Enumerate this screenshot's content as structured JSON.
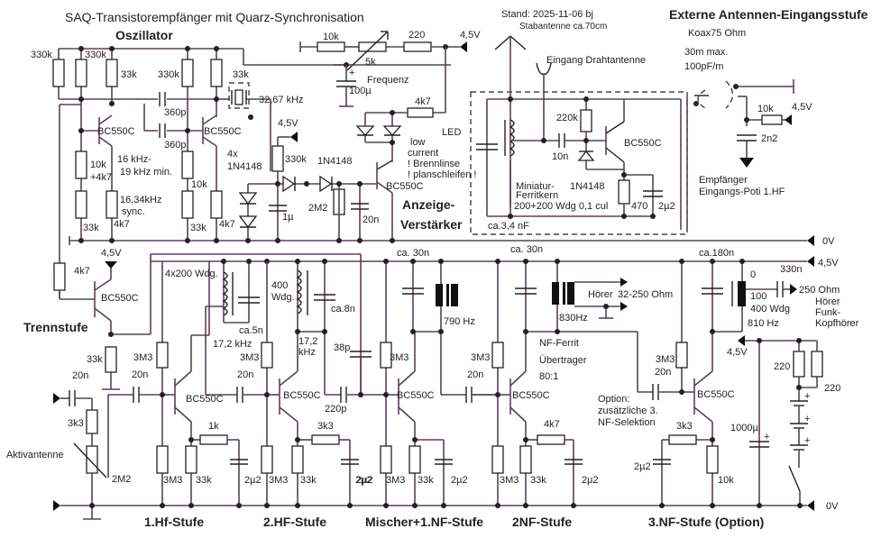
{
  "title": "SAQ-Transistorempfänger mit Quarz-Synchronisation",
  "stand": "Stand: 2025-11-06 bj",
  "stabantenne": "Stabantenne ca.70cm",
  "eingang_draht": "Eingang Drahtantenne",
  "sections": {
    "oszillator": "Oszillator",
    "externe": "Externe Antennen-Eingangsstufe",
    "anzeige1": "Anzeige-",
    "anzeige2": "Verstärker",
    "trennstufe": "Trennstufe",
    "hf1": "1.Hf-Stufe",
    "hf2": "2.HF-Stufe",
    "mischer": "Mischer+1.NF-Stufe",
    "nf2": "2NF-Stufe",
    "nf3": "3.NF-Stufe (Option)"
  },
  "rails": {
    "zero": "0V",
    "vcc": "4,5V"
  },
  "koax": {
    "l1": "Koax75 Ohm",
    "l2": "30m max.",
    "l3": "100pF/m"
  },
  "empfaenger": {
    "l1": "Empfänger",
    "l2": "Eingangs-Poti 1.HF"
  },
  "osc": {
    "r1": "330k",
    "r2": "330k",
    "r3": "33k",
    "r4": "330k",
    "r5": "33k",
    "c1": "360p",
    "c2": "360p",
    "q1": "BC550C",
    "q2": "BC550C",
    "r6": "10k",
    "r6b": "+4k7",
    "r7": "33k",
    "r8": "4k7",
    "r9": "10k",
    "r10": "33k",
    "r11": "4k7",
    "freq_range1": "16 kHz-",
    "freq_range2": "19 kHz min.",
    "sync1": "16,34kHz",
    "sync2": "sync.",
    "xtal": "32,67 kHz",
    "diodes1": "4x",
    "diodes2": "1N4148"
  },
  "tune": {
    "r10k": "10k",
    "pot": "5k",
    "r220": "220",
    "vcc": "4,5V",
    "c100": "100µ",
    "freq": "Frequenz"
  },
  "display": {
    "vcc": "4,5V",
    "r330k": "330k",
    "d": "1N4148",
    "c1u": "1µ",
    "r2m2": "2M2",
    "c20n": "20n",
    "r4k7": "4k7",
    "led": "LED",
    "note1": "low",
    "note2": "current",
    "note3": "! Brennlinse",
    "note4": "! planschleifen !",
    "q": "BC550C"
  },
  "ant": {
    "r220k": "220k",
    "c10n": "10n",
    "q": "BC550C",
    "d": "1N4148",
    "core1": "Miniatur-",
    "core2": "Ferritkern",
    "core3": "200+200 Wdg 0,1 cul",
    "r470": "470",
    "c2u2": "2µ2",
    "ccap": "ca.3,4 nF"
  },
  "ext": {
    "r10k": "10k",
    "vcc": "4,5V",
    "c": "2n2"
  },
  "trenn": {
    "r4k7": "4k7",
    "vcc": "4,5V",
    "q": "BC550C",
    "r33k": "33k"
  },
  "hf1": {
    "coil": "4x200 Wdg.",
    "cap": "ca.5n",
    "freq": "17,2 kHz",
    "c_in": "20n",
    "r3k3": "3k3",
    "pot": "2M2",
    "akt": "Aktivantenne",
    "c20n": "20n",
    "r3m3": "3M3",
    "q": "BC550C",
    "r1k": "1k",
    "r3m3b": "3M3",
    "r33k": "33k",
    "c2u2": "2µ2"
  },
  "hf2": {
    "coil1": "400",
    "coil2": "Wdg.",
    "cap": "ca.8n",
    "freq1": "17,2",
    "freq2": "kHz",
    "r3m3": "3M3",
    "c20n": "20n",
    "q": "BC550C",
    "c38p": "38p",
    "c220p": "220p",
    "r3k3": "3k3",
    "r3m3b": "3M3",
    "r33k": "33k",
    "c2u2": "2µ2"
  },
  "mix": {
    "cap": "ca. 30n",
    "freq": "790 Hz",
    "r3m3": "3M3",
    "q": "BC550C",
    "c2u2": "2µ2",
    "r3m3b": "3M3",
    "r33k": "33k",
    "c2u2b": "2µ2"
  },
  "nf2": {
    "cap": "ca. 30n",
    "freq": "830Hz",
    "hoerer": "Hörer",
    "ohm": "32-250 Ohm",
    "tr1": "NF-Ferrit",
    "tr2": "Übertrager",
    "tr3": "80:1",
    "r3m3": "3M3",
    "c20n": "20n",
    "q": "BC550C",
    "r4k7": "4k7",
    "r3m3b": "3M3",
    "r33k": "33k",
    "c2u2": "2µ2"
  },
  "nf3": {
    "cap": "ca.180n",
    "tap0": "0",
    "tap100": "100",
    "wdg": "400 Wdg",
    "freq": "810 Hz",
    "c330n": "330n",
    "ohm": "250 Ohm",
    "h1": "Hörer",
    "h2": "Funk-",
    "h3": "Kopfhörer",
    "r3m3": "3M3",
    "c20n": "20n",
    "q": "BC550C",
    "opt1": "Option:",
    "opt2": "zusätzliche 3.",
    "opt3": "NF-Selektion",
    "r3k3": "3k3",
    "c2u2": "2µ2",
    "r10k": "10k",
    "vcc": "4,5V",
    "r220a": "220",
    "r220b": "220",
    "c1000": "1000µ"
  }
}
